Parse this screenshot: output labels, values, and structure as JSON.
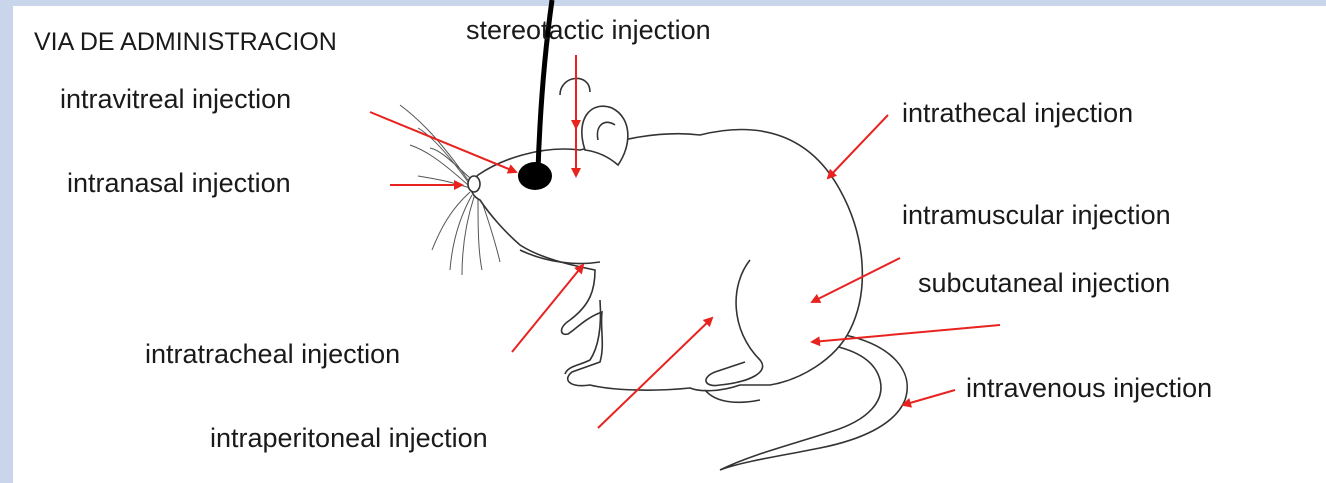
{
  "title": "VIA DE ADMINISTRACION",
  "labels": {
    "stereotactic": "stereotactic injection",
    "intravitreal": "intravitreal injection",
    "intranasal": "intranasal injection",
    "intrathecal": "intrathecal injection",
    "intramuscular": "intramuscular injection",
    "subcutaneal": "subcutaneal injection",
    "intratracheal": "intratracheal injection",
    "intravenous": "intravenous injection",
    "intraperitoneal": "intraperitoneal injection"
  },
  "colors": {
    "arrow": "#e8231f",
    "outline": "#333333",
    "background": "#c9d5ea"
  }
}
